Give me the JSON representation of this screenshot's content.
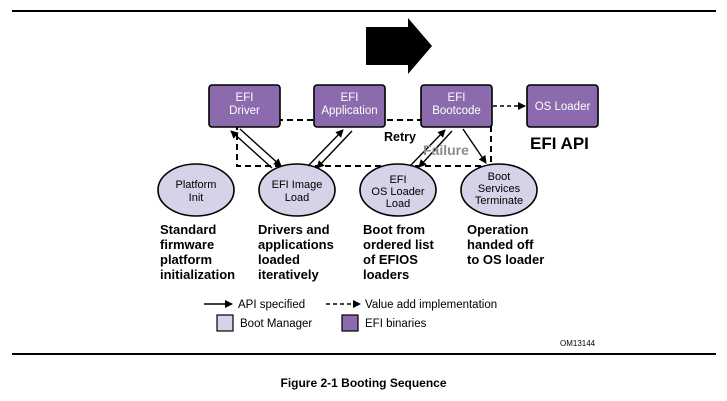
{
  "nodes": {
    "efi_driver": [
      "EFI",
      "Driver"
    ],
    "efi_application": [
      "EFI",
      "Application"
    ],
    "efi_bootcode": [
      "EFI",
      "Bootcode"
    ],
    "os_loader": "OS Loader",
    "platform_init": [
      "Platform",
      "Init"
    ],
    "efi_image_load": [
      "EFI Image",
      "Load"
    ],
    "efi_os_loader_load": [
      "EFI",
      "OS Loader",
      "Load"
    ],
    "boot_services_terminate": [
      "Boot",
      "Services",
      "Terminate"
    ]
  },
  "labels": {
    "retry": "Retry",
    "failure": "Failure",
    "efi_api": "EFI API"
  },
  "descriptions": {
    "platform_init": [
      "Standard",
      "firmware",
      "platform",
      "initialization"
    ],
    "image_load": [
      "Drivers and",
      "applications",
      "loaded",
      "iteratively"
    ],
    "os_loader_load": [
      "Boot from",
      "ordered list",
      "of EFIOS",
      "loaders"
    ],
    "terminate": [
      "Operation",
      "handed off",
      "to OS loader"
    ]
  },
  "legend": {
    "api_specified": "API specified",
    "value_add": "Value add implementation",
    "boot_manager": "Boot Manager",
    "efi_binaries": "EFI binaries"
  },
  "figure_id": "OM13144",
  "caption": "Figure 2-1 Booting Sequence",
  "colors": {
    "efi_binary_fill": "#8B6BAE",
    "boot_manager_fill": "#D4D3E7",
    "failure_text": "#8C8C8C"
  }
}
